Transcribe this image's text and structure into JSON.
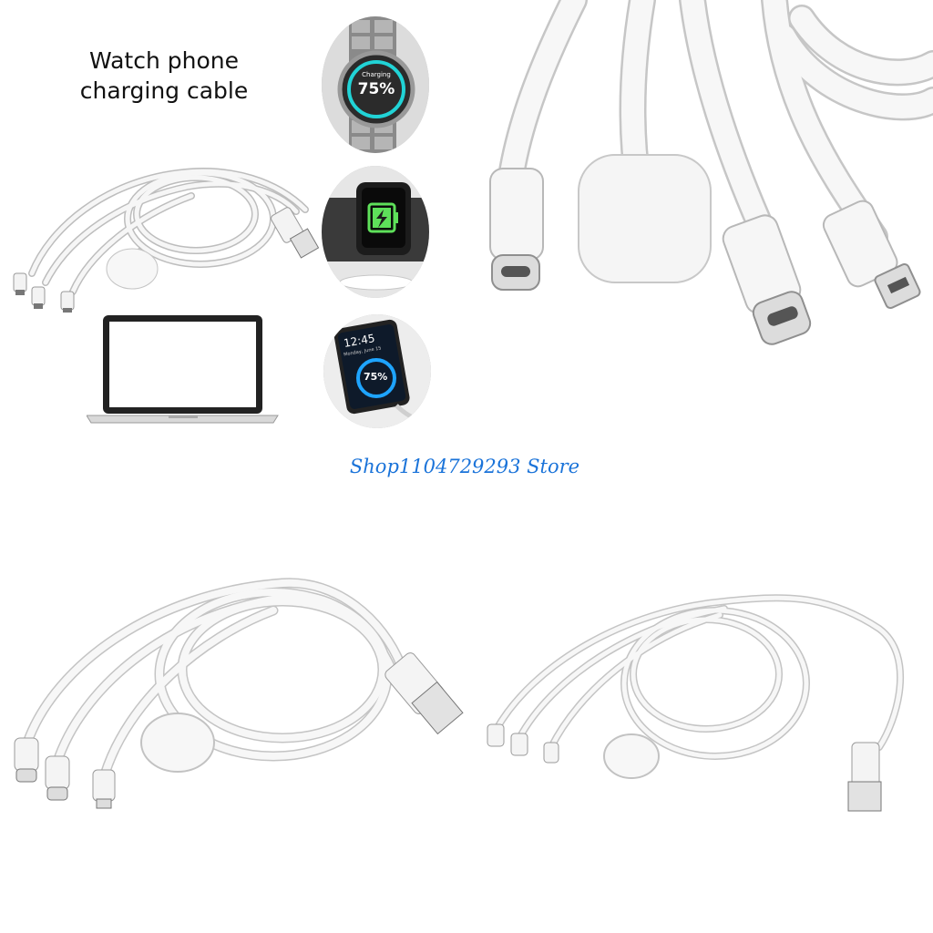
{
  "headline": {
    "line1": "Watch phone",
    "line2": "charging cable"
  },
  "watermark": "Shop1104729293 Store",
  "watch_screen": {
    "label": "Charging",
    "percent": "75%"
  },
  "phone_screen": {
    "time": "12:45",
    "date": "Monday, June 15",
    "percent": "75%"
  },
  "colors": {
    "cable": "#f4f4f4",
    "cable_outline": "#b9b9b9",
    "watermark": "#1a73d9",
    "battery_green": "#5ee05a",
    "ring_cyan": "#21d3d6"
  }
}
